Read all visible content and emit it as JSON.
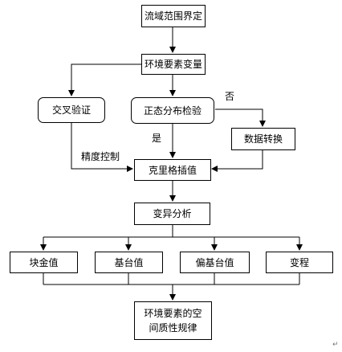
{
  "nodes": {
    "watershed": "流域范围界定",
    "variables": "环境要素变量",
    "cross_validation": "交叉验证",
    "normality_test": "正态分布检验",
    "data_transform": "数据转换",
    "kriging": "克里格插值",
    "variogram_analysis": "变异分析",
    "nugget": "块金值",
    "sill": "基台值",
    "partial_sill": "偏基台值",
    "range": "变程",
    "result_line1": "环境要素的空",
    "result_line2": "间质性规律"
  },
  "edge_labels": {
    "no": "否",
    "yes": "是",
    "precision_control": "精度控制"
  },
  "corner_mark": "↵"
}
